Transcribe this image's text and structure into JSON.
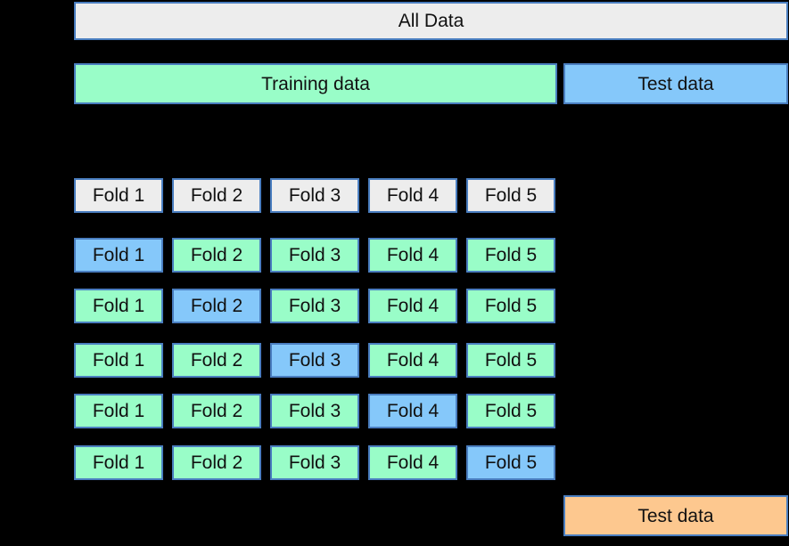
{
  "colors": {
    "background": "#000000",
    "gray_fill": "#ededed",
    "green_fill": "#99fdc8",
    "blue_fill": "#85c8fa",
    "orange_fill": "#fdc88f",
    "border": "#4a7ec0",
    "text": "#111111"
  },
  "diagram": {
    "all_data_label": "All Data",
    "training_label": "Training data",
    "test_label": "Test data",
    "final_test_label": "Test data"
  },
  "fold_header": [
    "Fold 1",
    "Fold 2",
    "Fold 3",
    "Fold 4",
    "Fold 5"
  ],
  "cv_rows": [
    {
      "cells": [
        "Fold 1",
        "Fold 2",
        "Fold 3",
        "Fold 4",
        "Fold 5"
      ],
      "test_fold_index": 0
    },
    {
      "cells": [
        "Fold 1",
        "Fold 2",
        "Fold 3",
        "Fold 4",
        "Fold 5"
      ],
      "test_fold_index": 1
    },
    {
      "cells": [
        "Fold 1",
        "Fold 2",
        "Fold 3",
        "Fold 4",
        "Fold 5"
      ],
      "test_fold_index": 2
    },
    {
      "cells": [
        "Fold 1",
        "Fold 2",
        "Fold 3",
        "Fold 4",
        "Fold 5"
      ],
      "test_fold_index": 3
    },
    {
      "cells": [
        "Fold 1",
        "Fold 2",
        "Fold 3",
        "Fold 4",
        "Fold 5"
      ],
      "test_fold_index": 4
    }
  ]
}
